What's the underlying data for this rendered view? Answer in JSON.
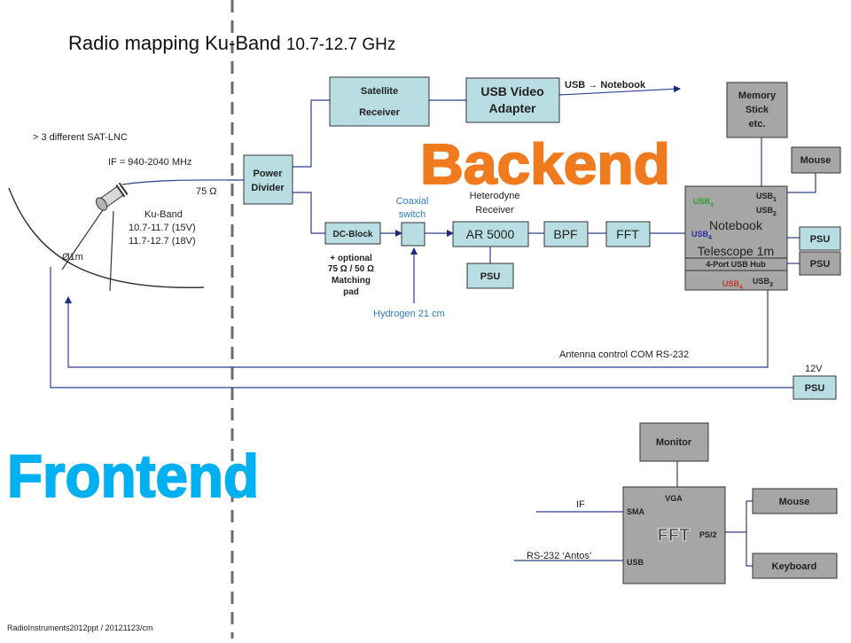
{
  "title": {
    "main": "Radio mapping Ku-Band ",
    "freq": "10.7-12.7 GHz"
  },
  "big_labels": {
    "backend": "Backend",
    "frontend": "Frontend"
  },
  "footer": "RadioInstruments2012ppt / 20121123/cm",
  "antenna": {
    "lnc": "> 3 different SAT-LNC",
    "if": "IF = 940-2040  MHz",
    "ohm": "75 Ω",
    "band": "Ku-Band",
    "band_low": "10.7-11.7 (15V)",
    "band_high": "11.7-12.7 (18V)",
    "diameter": "Ø1m"
  },
  "boxes": {
    "power_divider": [
      "Power",
      "Divider"
    ],
    "sat_receiver": [
      "Satellite",
      "Receiver"
    ],
    "usb_video": [
      "USB Video",
      "Adapter"
    ],
    "usb_notebook": "USB → Notebook",
    "dc_block": "DC-Block",
    "matching_pad": [
      "+ optional",
      "75 Ω / 50 Ω",
      "Matching",
      "pad"
    ],
    "coax_switch": [
      "Coaxial",
      "switch"
    ],
    "heterodyne": [
      "Heterodyne",
      "Receiver"
    ],
    "ar5000": "AR 5000",
    "bpf": "BPF",
    "fft": "FFT",
    "psu_ar": "PSU",
    "hydrogen": "Hydrogen 21 cm",
    "memory": [
      "Memory",
      "Stick",
      "etc."
    ],
    "mouse_top": "Mouse",
    "psu_right1": "PSU",
    "psu_right2": "PSU",
    "psu_12v": "PSU",
    "v12": "12V",
    "antenna_control": "Antenna  control COM RS-232"
  },
  "notebook": {
    "name": "Notebook",
    "telescope": "Telescope 1m",
    "hub": "4-Port USB Hub",
    "usb": "USB",
    "sub1": "1",
    "sub2": "2",
    "sub3": "3",
    "sub4": "4"
  },
  "fft_block": {
    "monitor": "Monitor",
    "vga": "VGA",
    "sma": "SMA",
    "fft": "FFT",
    "ps2": "PS/2",
    "usb": "USB",
    "if": "IF",
    "rs232": "RS-232  ‘Antos’",
    "mouse": "Mouse",
    "keyboard": "Keyboard"
  },
  "colors": {
    "backend": "#f07a1e",
    "frontend": "#00b0f0",
    "wire": "#2f3e8f",
    "teal": "#b8dde3",
    "grey": "#a6a6a6",
    "usb_green": "#2e9e2e",
    "usb_blue": "#2b2ba8",
    "usb_red": "#c0392b"
  }
}
